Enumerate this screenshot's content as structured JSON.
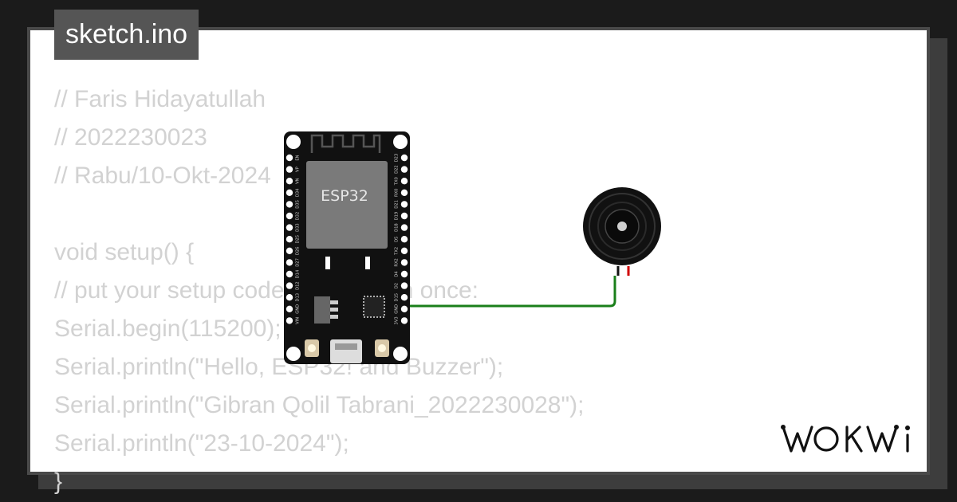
{
  "file_tab": {
    "label": "sketch.ino"
  },
  "code_lines": [
    "// Faris Hidayatullah",
    "// 2022230023",
    "// Rabu/10-Okt-2024",
    "",
    "void setup() {",
    "// put your setup code here, to run once:",
    "Serial.begin(115200);",
    "Serial.println(\"Hello, ESP32! and Buzzer\");",
    "Serial.println(\"Gibran Qolil Tabrani_2022230028\");",
    "Serial.println(\"23-10-2024\");",
    "}"
  ],
  "board": {
    "chip_label": "ESP32",
    "pins_left": [
      "EN",
      "VP",
      "VN",
      "D34",
      "D35",
      "D32",
      "D33",
      "D25",
      "D26",
      "D27",
      "D14",
      "D12",
      "D13",
      "GND",
      "VIN"
    ],
    "pins_right": [
      "D23",
      "D22",
      "TX0",
      "RX0",
      "D21",
      "D19",
      "D18",
      "D5",
      "TX2",
      "RX2",
      "D4",
      "D2",
      "D15",
      "GND",
      "3V3"
    ]
  },
  "logo": {
    "text": "WOKWi"
  },
  "colors": {
    "background": "#1b1b1b",
    "card": "#ffffff",
    "code_text": "#d2d2d2",
    "tab_bg": "#555555",
    "wire": "#1a7f1a",
    "board": "#111111"
  }
}
